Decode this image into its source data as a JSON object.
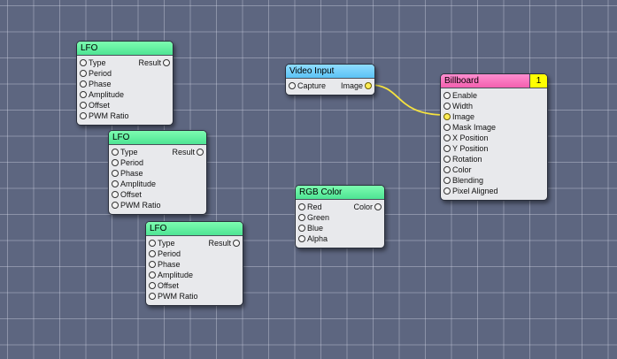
{
  "patches": {
    "lfo1": {
      "title": "LFO",
      "inputs": [
        "Type",
        "Period",
        "Phase",
        "Amplitude",
        "Offset",
        "PWM Ratio"
      ],
      "output": "Result"
    },
    "lfo2": {
      "title": "LFO",
      "inputs": [
        "Type",
        "Period",
        "Phase",
        "Amplitude",
        "Offset",
        "PWM Ratio"
      ],
      "output": "Result"
    },
    "lfo3": {
      "title": "LFO",
      "inputs": [
        "Type",
        "Period",
        "Phase",
        "Amplitude",
        "Offset",
        "PWM Ratio"
      ],
      "output": "Result"
    },
    "video_input": {
      "title": "Video Input",
      "inputs": [
        "Capture"
      ],
      "output": "Image"
    },
    "rgb_color": {
      "title": "RGB Color",
      "inputs": [
        "Red",
        "Green",
        "Blue",
        "Alpha"
      ],
      "output": "Color"
    },
    "billboard": {
      "title": "Billboard",
      "layer": "1",
      "inputs": [
        "Enable",
        "Width",
        "Image",
        "Mask Image",
        "X Position",
        "Y Position",
        "Rotation",
        "Color",
        "Blending",
        "Pixel Aligned"
      ]
    }
  },
  "connection": {
    "from": "Video Input.Image",
    "to": "Billboard.Image",
    "color": "#f5e23f"
  },
  "colors": {
    "canvas": "#5d6680",
    "title_green": "#4ee494",
    "title_blue": "#5cc3f5",
    "title_pink": "#f35fae",
    "layer_badge": "#ffff00"
  }
}
